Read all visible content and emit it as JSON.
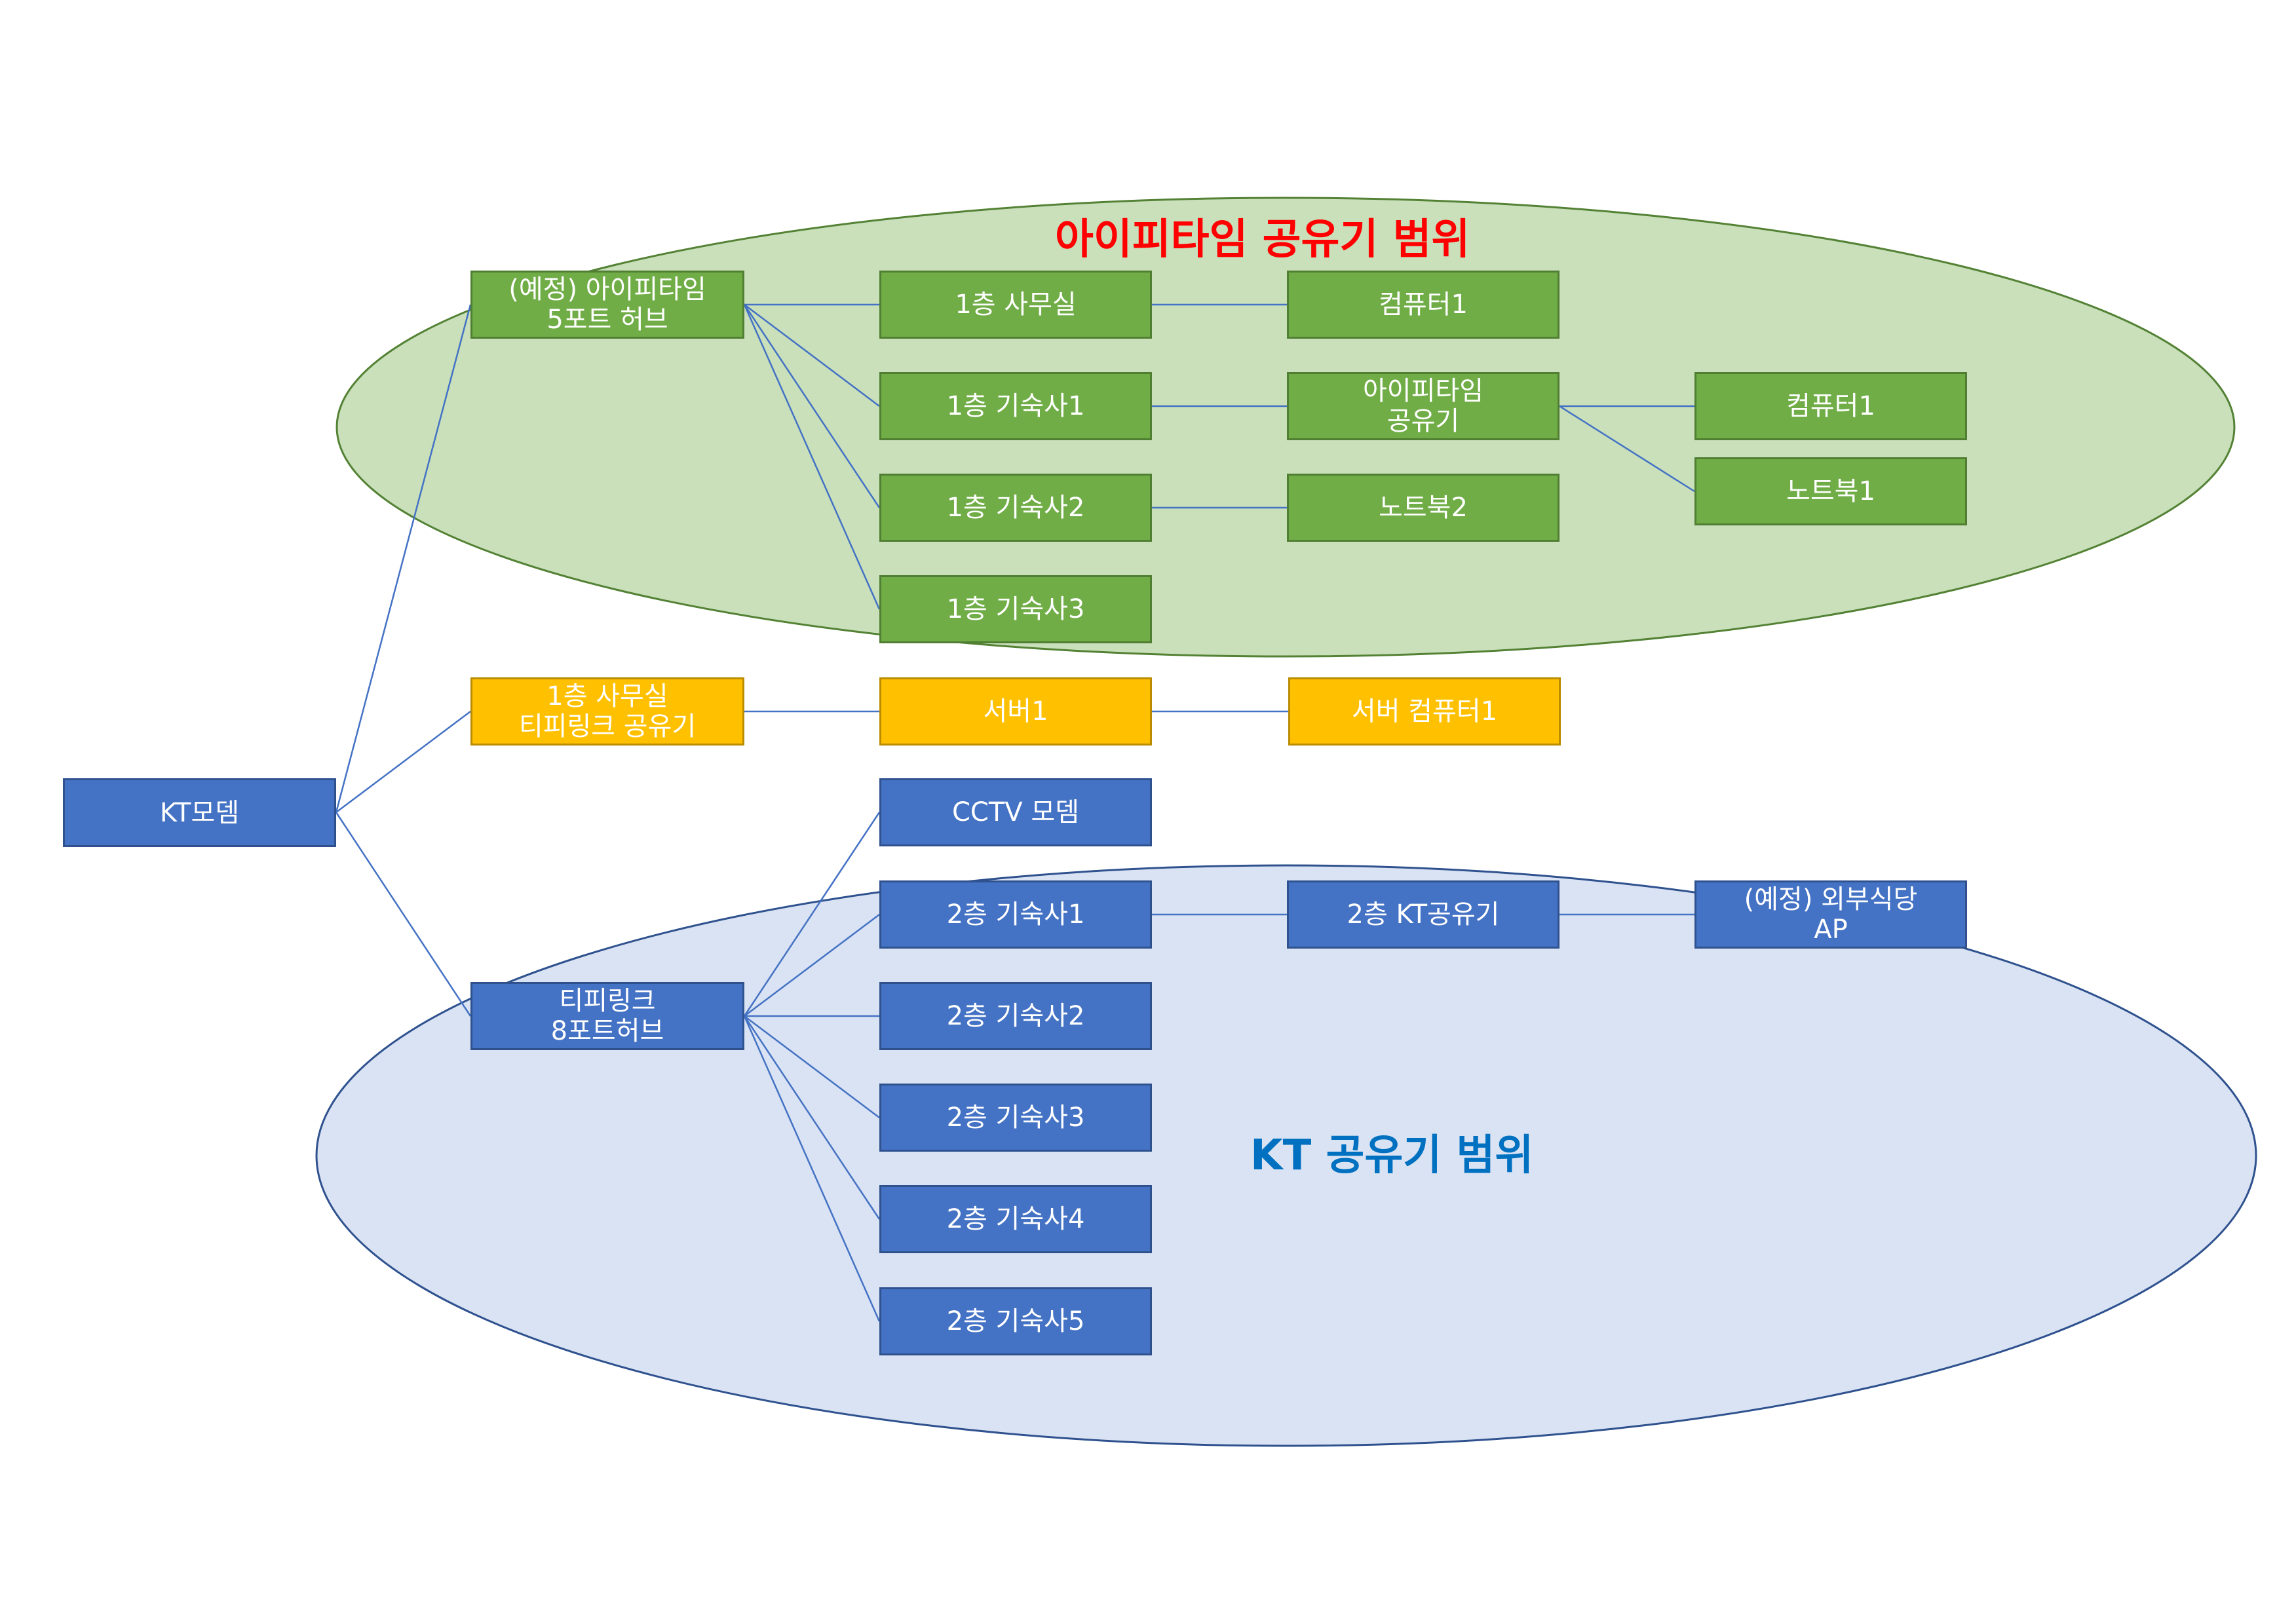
{
  "regions": {
    "iptime": {
      "title": "아이피타임 공유기 범위",
      "title_color": "#ff0000",
      "fill": "#c9e0bb",
      "stroke": "#548235"
    },
    "kt": {
      "title": "KT 공유기 범위",
      "title_color": "#0070c0",
      "fill": "#dae3f3",
      "stroke": "#2f528f"
    }
  },
  "colors": {
    "green": "#70ad47",
    "yellow": "#ffc000",
    "blue": "#4472c4",
    "line": "#4472c4"
  },
  "nodes": {
    "kt_modem": "KT모뎀",
    "iptime_hub": "(예정) 아이피타임\n5포트 허브",
    "f1_office": "1층 사무실",
    "f1_office_pc1": "컴퓨터1",
    "f1_dorm1": "1층 기숙사1",
    "iptime_router": "아이피타임\n공유기",
    "router_pc1": "컴퓨터1",
    "router_notebook1": "노트북1",
    "f1_dorm2": "1층 기숙사2",
    "dorm2_notebook2": "노트북2",
    "f1_dorm3": "1층 기숙사3",
    "tplink_router": "1층 사무실\n티피링크 공유기",
    "server1": "서버1",
    "server_pc1": "서버 컴퓨터1",
    "cctv_modem": "CCTV 모뎀",
    "tplink_hub": "티피링크\n8포트허브",
    "f2_dorm1": "2층 기숙사1",
    "f2_kt_router": "2층 KT공유기",
    "ext_restaurant_ap": "(예정) 외부식당\nAP",
    "f2_dorm2": "2층 기숙사2",
    "f2_dorm3": "2층 기숙사3",
    "f2_dorm4": "2층 기숙사4",
    "f2_dorm5": "2층 기숙사5"
  }
}
